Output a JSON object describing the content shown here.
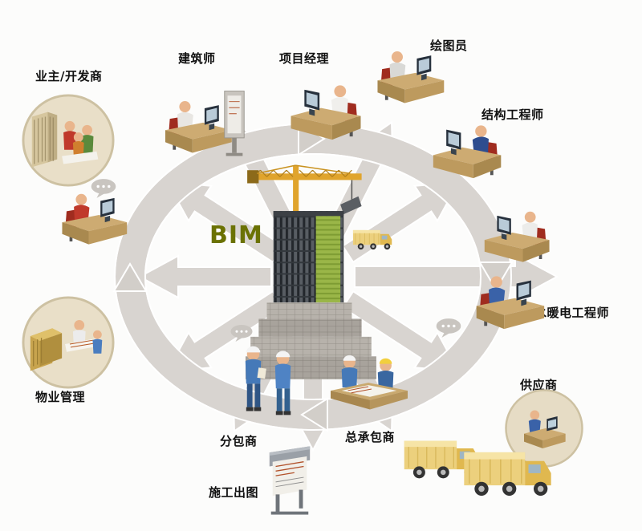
{
  "center": {
    "title": "BIM"
  },
  "roles": [
    {
      "id": "owner-developer",
      "label": "业主/开发商"
    },
    {
      "id": "architect",
      "label": "建筑师"
    },
    {
      "id": "project-manager",
      "label": "项目经理"
    },
    {
      "id": "draftsman",
      "label": "绘图员"
    },
    {
      "id": "structural-engineer",
      "label": "结构工程师"
    },
    {
      "id": "mep-engineer",
      "label": "水暖电工程师"
    },
    {
      "id": "supplier",
      "label": "供应商"
    },
    {
      "id": "general-contractor",
      "label": "总承包商"
    },
    {
      "id": "subcontractor",
      "label": "分包商"
    },
    {
      "id": "construction-drawing",
      "label": "施工出图"
    },
    {
      "id": "property-management",
      "label": "物业管理"
    }
  ],
  "colors": {
    "bim_text": "#6b7203",
    "ring_arrows": "#d8d4d0",
    "crane_yellow": "#e0a42c",
    "glass_green": "#9ab648",
    "label_text": "#111111"
  }
}
